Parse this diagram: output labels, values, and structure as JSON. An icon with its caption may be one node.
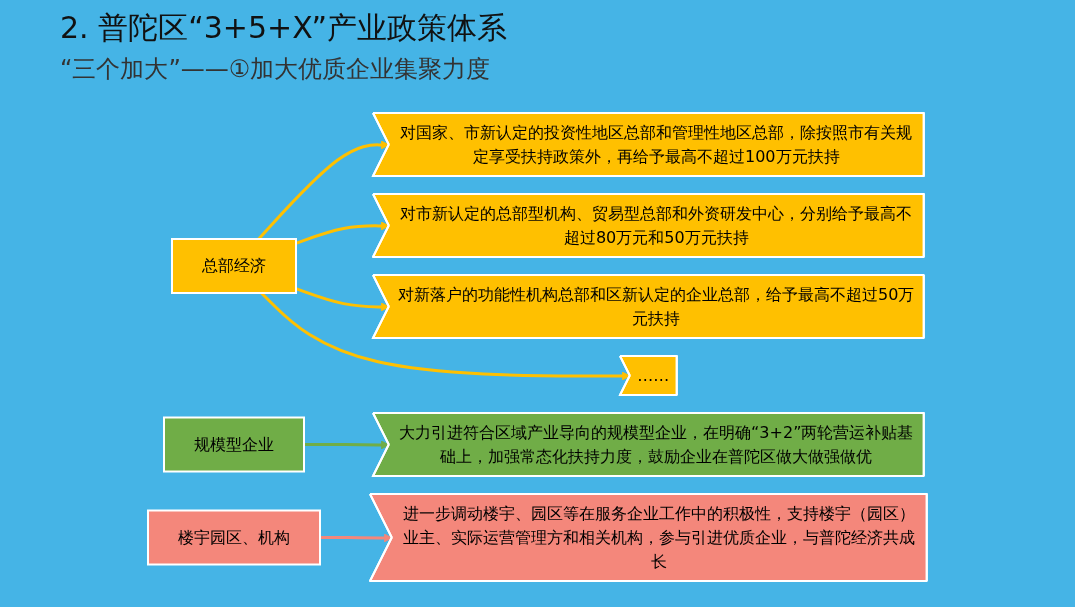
{
  "diagram": {
    "title": "2. 普陀区“3+5+X”产业政策体系",
    "nodes": [
      {
        "text": [
          "总部经济"
        ]
      },
      {
        "text": [
          "对国家、市新认定的投资性地区总部和管理性地区总部，除按照市有关规定享受扶持政策外，再给予最高不超过100万元扶持"
        ]
      },
      {
        "text": [
          "对市新认定的总部型机构、贸易型总部和外资研发中心，分别给予最高不超过80万元和50万元扶持"
        ]
      },
      {
        "text": [
          "对新落户的功能性机构总部和区新认定的企业总部，给予最高不超过50万元扶持"
        ]
      },
      {
        "text": [
          "……"
        ]
      },
      {
        "text": [
          "规模型企业"
        ]
      },
      {
        "text": [
          "大力引进符合区域产业导向的规模型企业，在明确“3+2”两轮营运补贴基础上，加强常态化扶持力度，鼓励企业在普陀区做大做强做优"
        ]
      },
      {
        "text": [
          "楼宇园区、机构"
        ]
      },
      {
        "text": [
          "进一步调动楼宇、园区等在服务企业工作中的积极性，支持楼宇（园区）业主、实际运营管理方和相关机构，参与引进优质企业，与普陀经济共成长"
        ]
      }
    ],
    "edges": [
      {
        "from": 0,
        "to": 1,
        "arrow": "to"
      },
      {
        "from": 0,
        "to": 2,
        "arrow": "to"
      },
      {
        "from": 0,
        "to": 3,
        "arrow": "to"
      },
      {
        "from": 0,
        "to": 4,
        "arrow": "to"
      },
      {
        "from": 5,
        "to": 6,
        "arrow": "to",
        "color": "#70ad47"
      },
      {
        "from": 7,
        "to": 8,
        "arrow": "to",
        "color": "#f4877b"
      }
    ],
    "labels": [
      "“三个加大”——①加大优质企业集聚力度"
    ]
  }
}
